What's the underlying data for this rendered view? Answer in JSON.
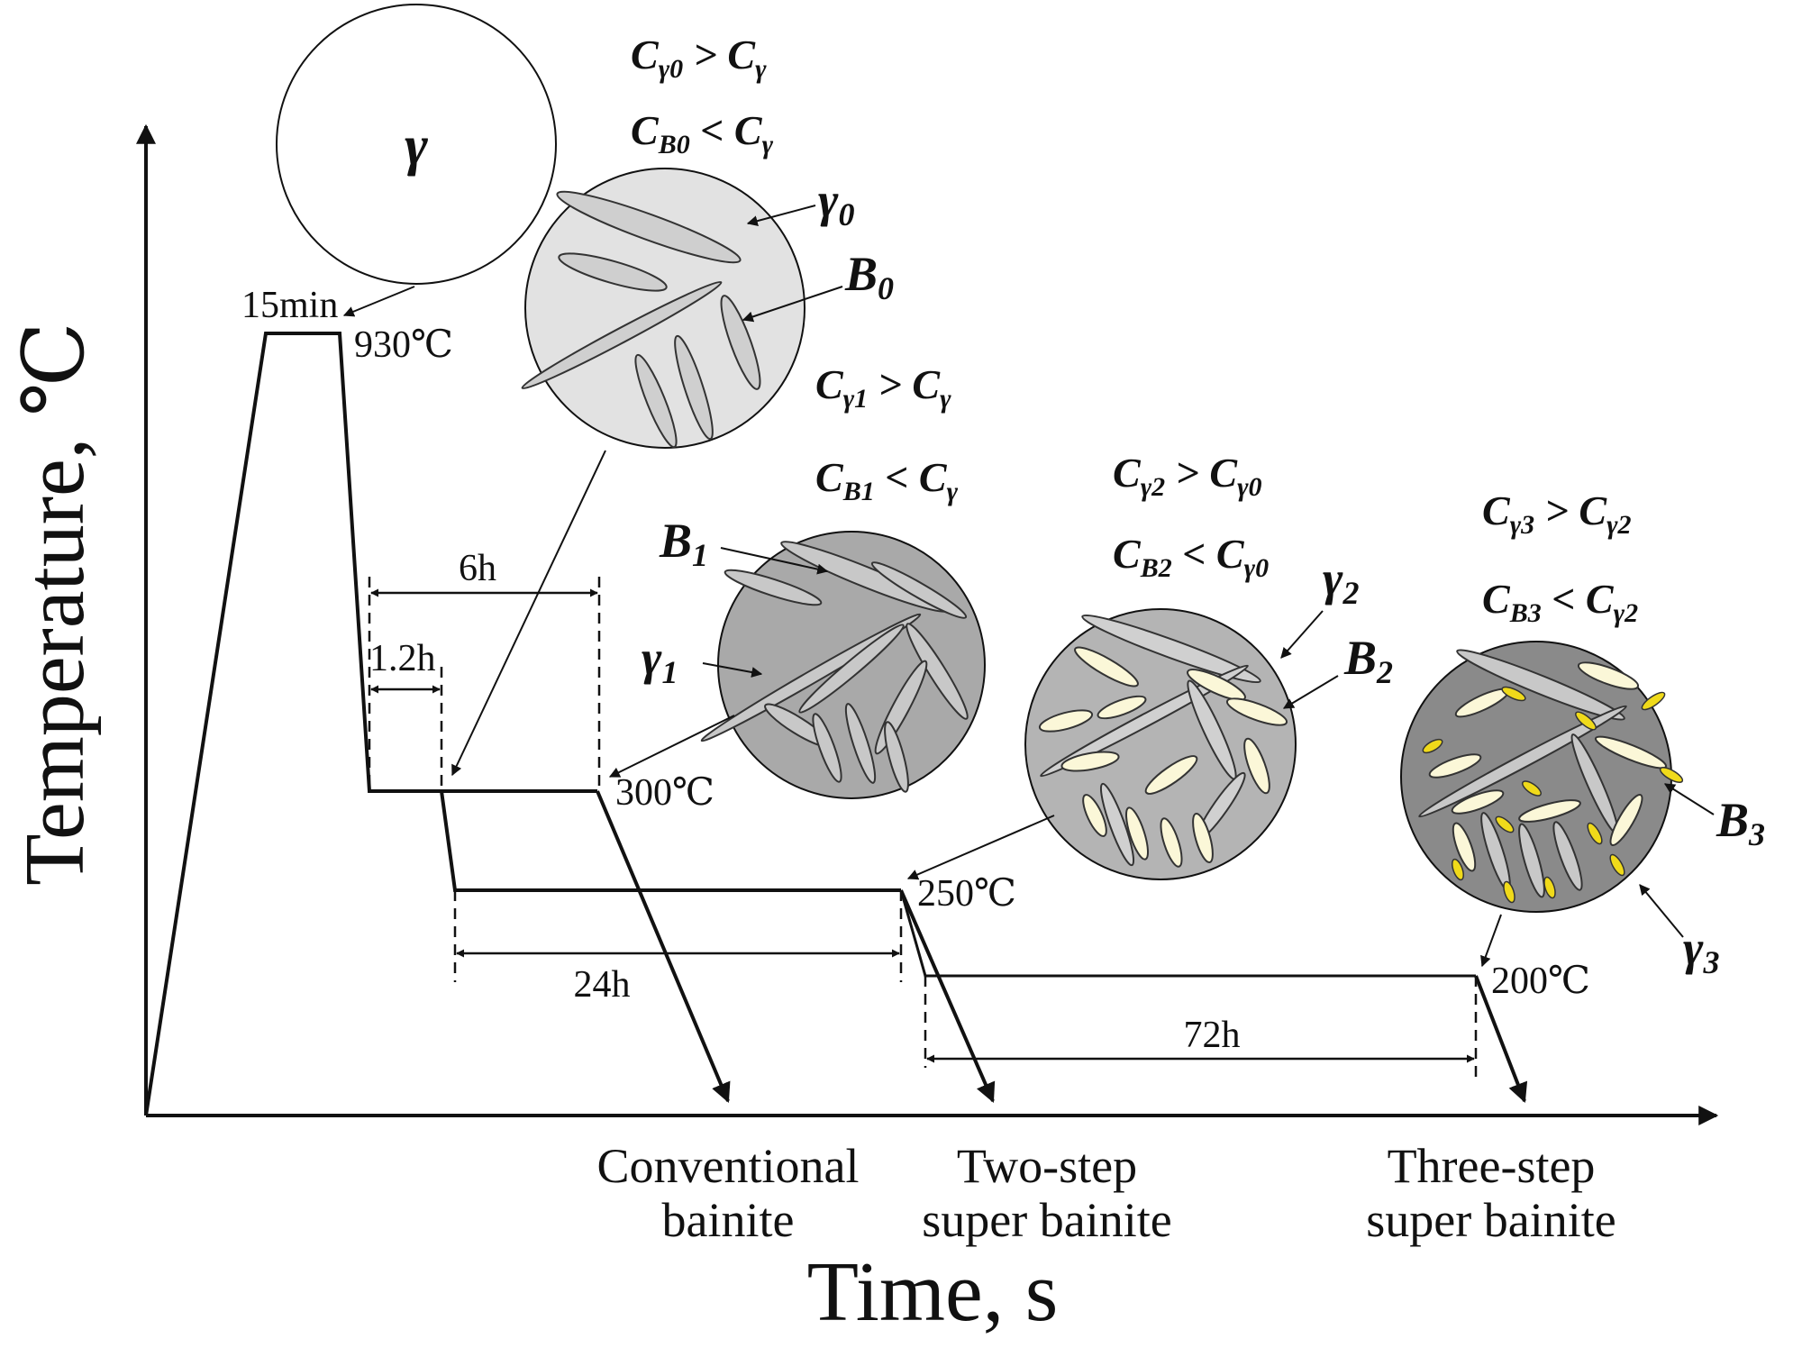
{
  "axes": {
    "x_label": "Time, s",
    "y_label": "Temperature, ℃"
  },
  "temperatures": {
    "austenitize": "930℃",
    "step_300": "300℃",
    "step_250": "250℃",
    "step_200": "200℃"
  },
  "durations": {
    "hold_930": "15min",
    "d_6h": "6h",
    "d_1_2h": "1.2h",
    "d_24h": "24h",
    "d_72h": "72h"
  },
  "routes": {
    "conventional": [
      "Conventional",
      "bainite"
    ],
    "two_step": [
      "Two-step",
      "super bainite"
    ],
    "three_step": [
      "Three-step",
      "super bainite"
    ]
  },
  "phases": {
    "austenite": "γ",
    "gamma0": {
      "sym": "γ",
      "sub": "0"
    },
    "B0": {
      "sym": "B",
      "sub": "0"
    },
    "gamma1": {
      "sym": "γ",
      "sub": "1"
    },
    "B1": {
      "sym": "B",
      "sub": "1"
    },
    "gamma2": {
      "sym": "γ",
      "sub": "2"
    },
    "B2": {
      "sym": "B",
      "sub": "2"
    },
    "gamma3": {
      "sym": "γ",
      "sub": "3"
    },
    "B3": {
      "sym": "B",
      "sub": "3"
    }
  },
  "relations": {
    "r0a": {
      "lhs": "C",
      "lhs_sub": "γ0",
      "op": " > ",
      "rhs": "C",
      "rhs_sub": "γ"
    },
    "r0b": {
      "lhs": "C",
      "lhs_sub": "B0",
      "op": " < ",
      "rhs": "C",
      "rhs_sub": "γ"
    },
    "r1a": {
      "lhs": "C",
      "lhs_sub": "γ1",
      "op": " > ",
      "rhs": "C",
      "rhs_sub": "γ"
    },
    "r1b": {
      "lhs": "C",
      "lhs_sub": "B1",
      "op": " < ",
      "rhs": "C",
      "rhs_sub": "γ"
    },
    "r2a": {
      "lhs": "C",
      "lhs_sub": "γ2",
      "op": " > ",
      "rhs": "C",
      "rhs_sub": "γ0"
    },
    "r2b": {
      "lhs": "C",
      "lhs_sub": "B2",
      "op": " < ",
      "rhs": "C",
      "rhs_sub": "γ0"
    },
    "r3a": {
      "lhs": "C",
      "lhs_sub": "γ3",
      "op": " > ",
      "rhs": "C",
      "rhs_sub": "γ2"
    },
    "r3b": {
      "lhs": "C",
      "lhs_sub": "B3",
      "op": " < ",
      "rhs": "C",
      "rhs_sub": "γ2"
    }
  },
  "colors": {
    "line": "#111111",
    "austenite_circle": "#ffffff",
    "conventional_circle": "#e2e2e2",
    "step300_circle": "#a9a9a9",
    "step250_circle": "#b4b4b4",
    "step200_circle": "#8a8a8a",
    "plate_grey": "#d0d0d0",
    "plate_cream": "#fbf7d8",
    "plate_yellow": "#f0da1a"
  }
}
